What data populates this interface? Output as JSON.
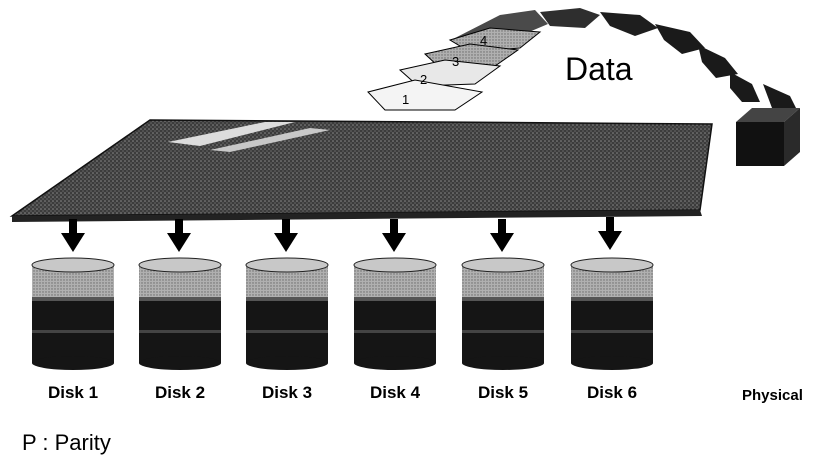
{
  "diagram": {
    "title": "Data",
    "packets": [
      "1",
      "2",
      "3",
      "4"
    ],
    "disks": [
      "Disk 1",
      "Disk 2",
      "Disk 3",
      "Disk 4",
      "Disk 5",
      "Disk 6"
    ],
    "side_label": "Physical",
    "legend": "P : Parity"
  }
}
